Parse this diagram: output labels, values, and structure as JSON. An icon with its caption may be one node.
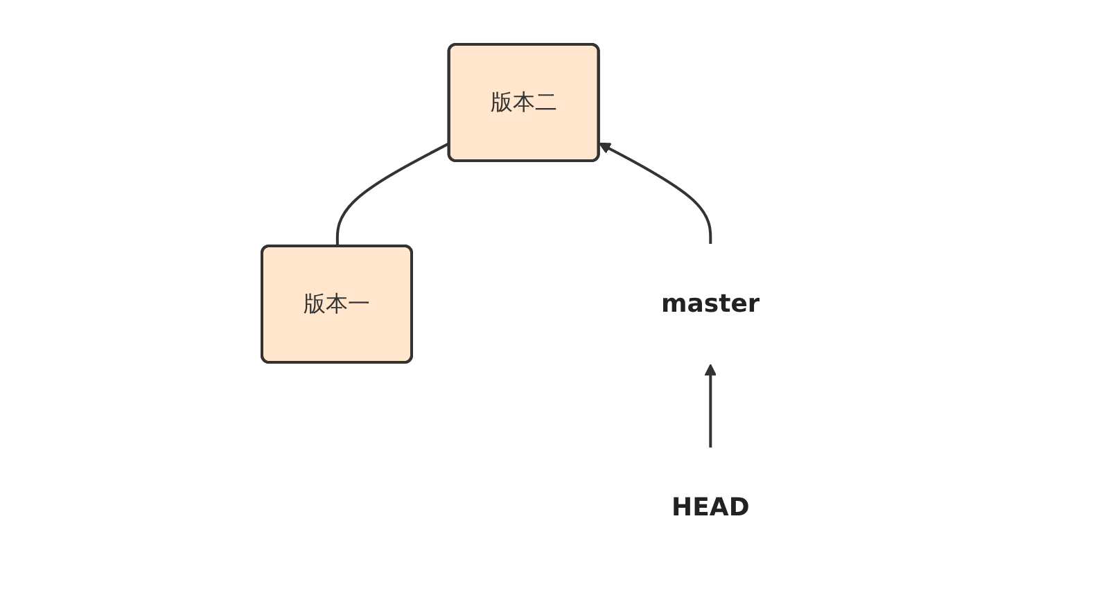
{
  "diagram": {
    "nodes": [
      {
        "text": [
          "版本一"
        ]
      },
      {
        "text": [
          "版本二"
        ]
      },
      {
        "text": [
          "master"
        ]
      },
      {
        "text": [
          "HEAD"
        ]
      }
    ],
    "edges": [
      {
        "from": 0,
        "to": 1,
        "arrow": "none"
      },
      {
        "from": 2,
        "to": 1,
        "arrow": "to"
      },
      {
        "from": 3,
        "to": 2,
        "arrow": "to"
      }
    ]
  }
}
